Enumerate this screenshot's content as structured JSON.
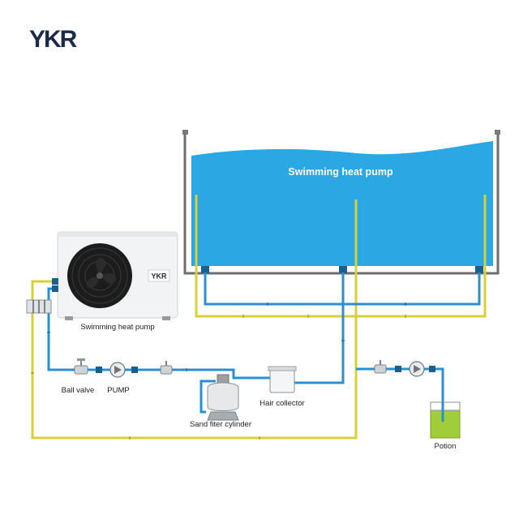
{
  "brand": {
    "logo_text": "YKR"
  },
  "pool": {
    "title": "Swimming heat pump",
    "water_color": "#29a8e3"
  },
  "heat_pump_unit": {
    "label": "Swimming heat pump",
    "badge": "YKR"
  },
  "components": {
    "ball_valve": "Ball valve",
    "pump": "PUMP",
    "sand_filter": "Sand fiter cylinder",
    "hair_collector": "Hair collector",
    "potion": "Potion"
  },
  "colors": {
    "water_pipe": "#2a8fd0",
    "return_pipe": "#d8cf3a",
    "potion_liquid": "#9fce3a"
  }
}
